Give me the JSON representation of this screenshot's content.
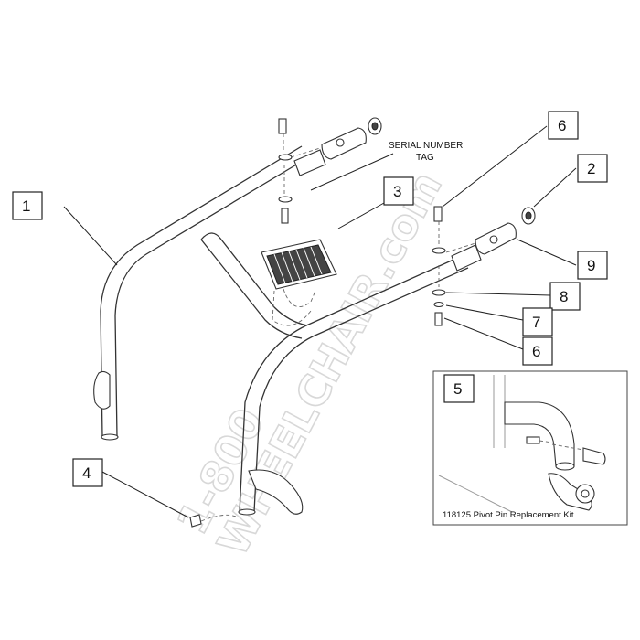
{
  "callouts": [
    {
      "id": "callout-1",
      "number": "1"
    },
    {
      "id": "callout-2",
      "number": "2"
    },
    {
      "id": "callout-3",
      "number": "3"
    },
    {
      "id": "callout-4",
      "number": "4"
    },
    {
      "id": "callout-5",
      "number": "5"
    },
    {
      "id": "callout-6-top",
      "number": "6"
    },
    {
      "id": "callout-6-bottom",
      "number": "6"
    },
    {
      "id": "callout-7",
      "number": "7"
    },
    {
      "id": "callout-8",
      "number": "8"
    },
    {
      "id": "callout-9",
      "number": "9"
    }
  ],
  "labels": {
    "serial_tag_line1": "SERIAL NUMBER",
    "serial_tag_line2": "TAG"
  },
  "inset": {
    "caption": "118125 Pivot Pin Replacement Kit"
  },
  "watermark": {
    "line1": "1-800",
    "line2": "WHEELCHAIR.com"
  }
}
